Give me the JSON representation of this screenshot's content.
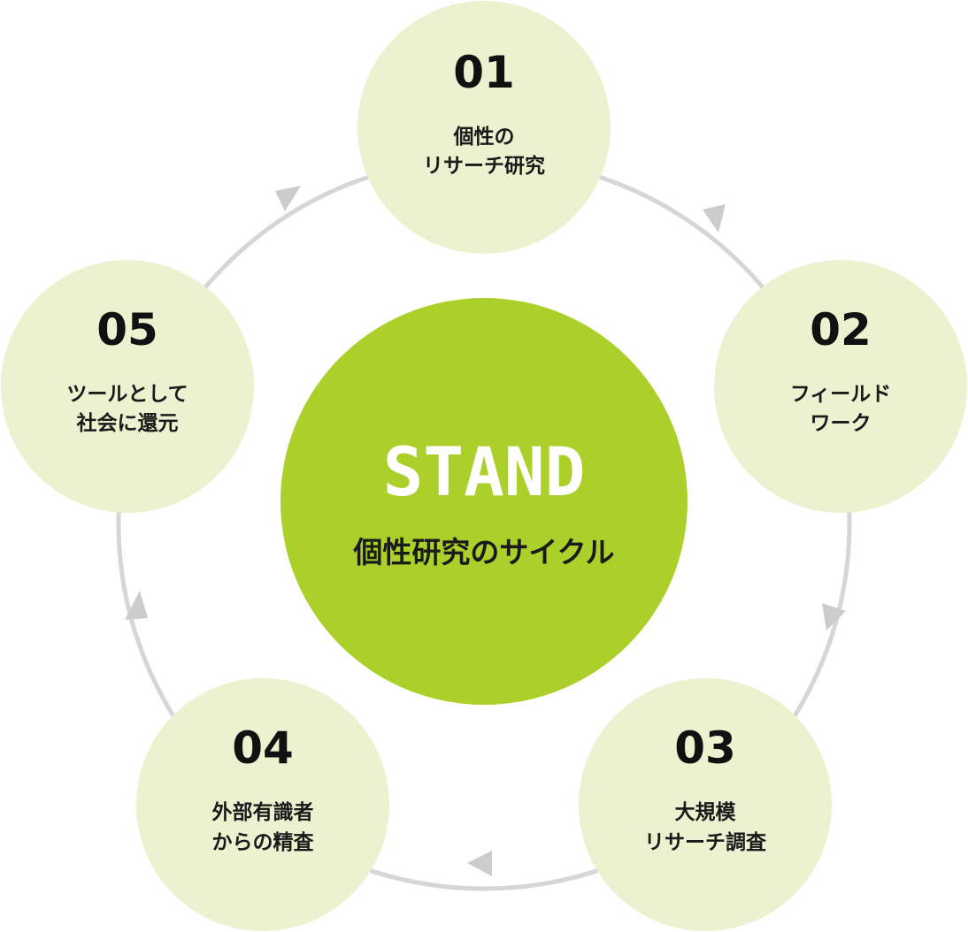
{
  "colors": {
    "center_fill": "#acd02a",
    "node_fill": "#eaf2d0",
    "ring_stroke": "#d6d6d6",
    "arrow_fill": "#cccccc"
  },
  "center": {
    "brand": "STAND",
    "subtitle": "個性研究のサイクル"
  },
  "steps": [
    {
      "num": "01",
      "line1": "個性の",
      "line2": "リサーチ研究"
    },
    {
      "num": "02",
      "line1": "フィールド",
      "line2": "ワーク"
    },
    {
      "num": "03",
      "line1": "大規模",
      "line2": "リサーチ調査"
    },
    {
      "num": "04",
      "line1": "外部有識者",
      "line2": "からの精査"
    },
    {
      "num": "05",
      "line1": "ツールとして",
      "line2": "社会に還元"
    }
  ]
}
